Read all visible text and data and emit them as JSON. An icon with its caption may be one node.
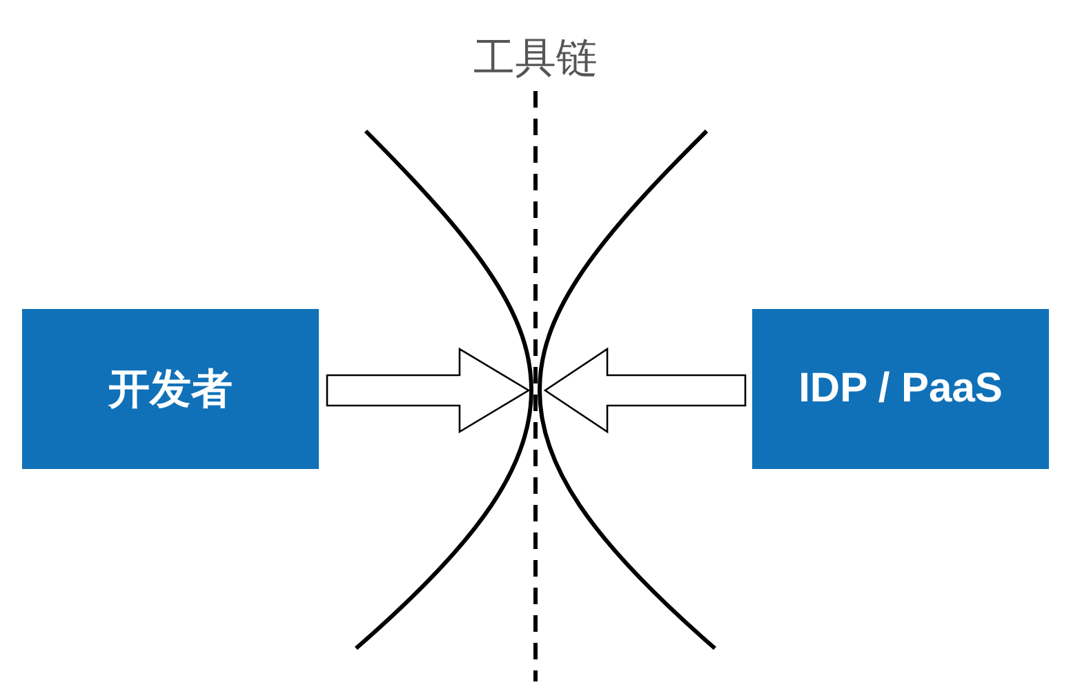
{
  "diagram": {
    "title": "工具链",
    "nodes": [
      {
        "text": [
          "开发者"
        ]
      },
      {
        "text": [
          "IDP / PaaS"
        ]
      }
    ],
    "edges": [
      {
        "from": 0,
        "to": null,
        "arrow": "to"
      },
      {
        "from": 1,
        "to": null,
        "arrow": "to"
      }
    ]
  }
}
